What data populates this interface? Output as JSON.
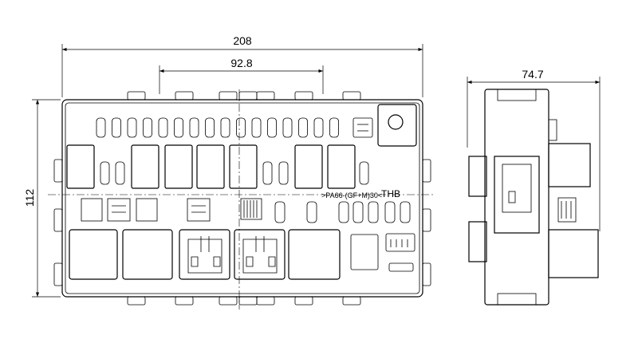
{
  "dimensions": {
    "overall_width": "208",
    "inner_width": "92.8",
    "height": "112",
    "side_depth": "74.7"
  },
  "material_label": ">PA66-(GF+M)30<",
  "brand_label": "THB"
}
